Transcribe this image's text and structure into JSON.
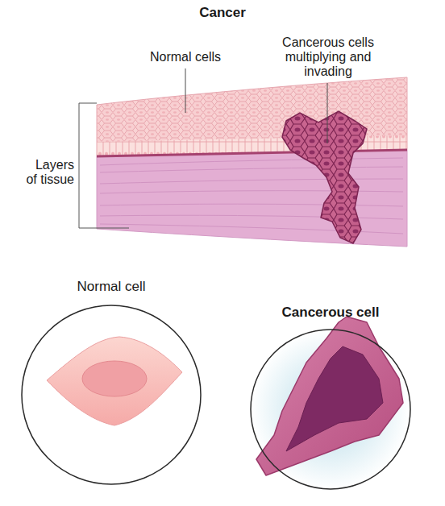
{
  "diagram": {
    "title": "Cancer",
    "nodes": [
      {
        "text": [
          "Normal cell"
        ]
      },
      {
        "text": [
          "Cancerous cell"
        ]
      }
    ],
    "labels": [
      "Normal cells",
      "Cancerous cells multiplying and invading",
      "Layers of tissue"
    ]
  }
}
